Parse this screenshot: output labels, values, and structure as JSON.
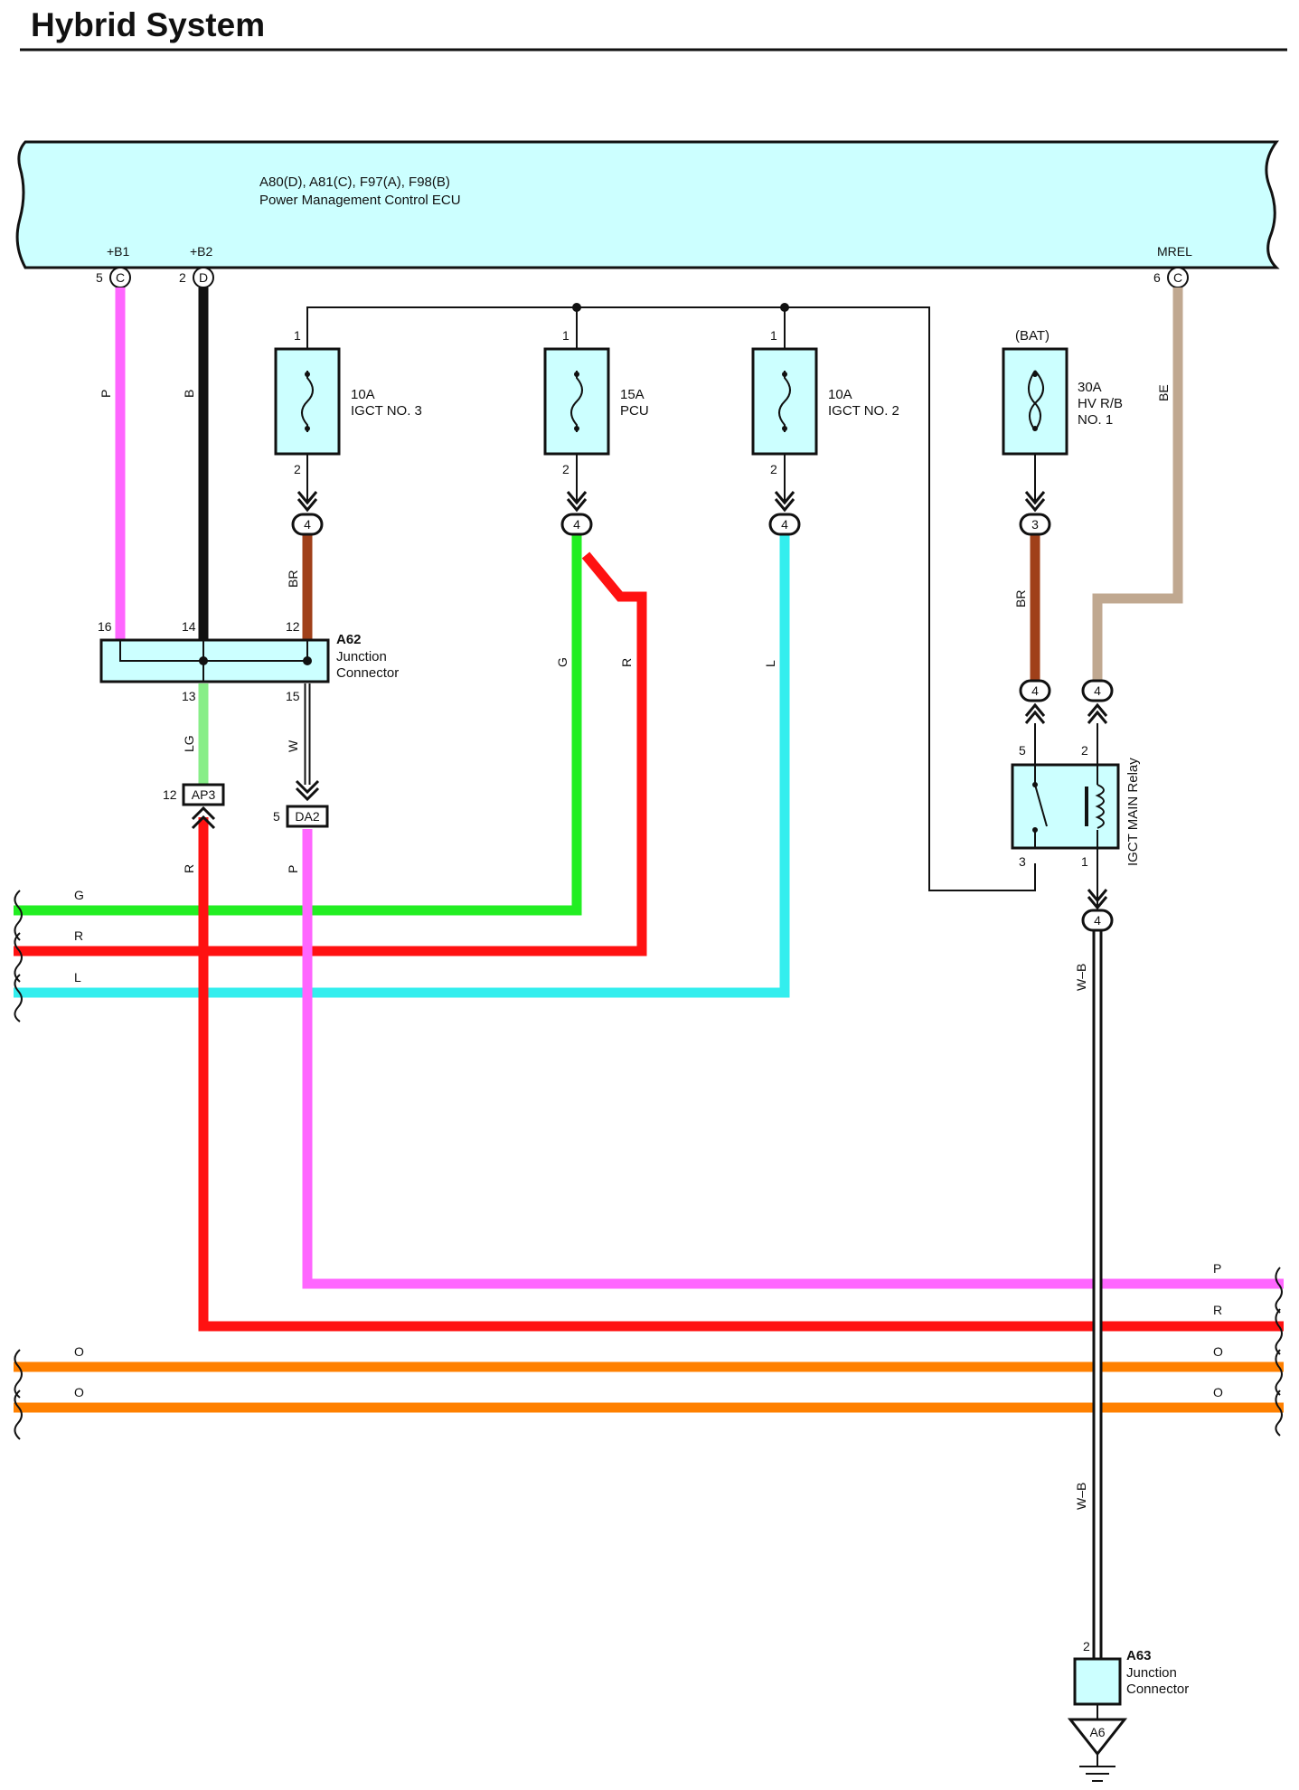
{
  "header": {
    "title": "Hybrid System"
  },
  "colors": {
    "ecu_fill": "#ccffff",
    "pink": "#ff66ff",
    "black": "#111111",
    "brown": "#a0401a",
    "green": "#22ee22",
    "red": "#ff1111",
    "cyan": "#33eeee",
    "light_green": "#88ee88",
    "beige": "#c0a890",
    "orange": "#ff8000"
  },
  "ecu": {
    "codes": "A80(D), A81(C), F97(A), F98(B)",
    "name": "Power Management Control ECU",
    "terminals": [
      {
        "label": "+B1",
        "pin": "5",
        "connector": "C"
      },
      {
        "label": "+B2",
        "pin": "2",
        "connector": "D"
      },
      {
        "label": "MREL",
        "pin": "6",
        "connector": "C"
      }
    ]
  },
  "fuses": [
    {
      "rating": "10A",
      "name": "IGCT NO. 3",
      "pin_in": "1",
      "pin_out": "2",
      "connector": "4"
    },
    {
      "rating": "15A",
      "name": "PCU",
      "pin_in": "1",
      "pin_out": "2",
      "connector": "4"
    },
    {
      "rating": "10A",
      "name": "IGCT NO. 2",
      "pin_in": "1",
      "pin_out": "2",
      "connector": "4"
    },
    {
      "supply": "(BAT)",
      "rating": "30A",
      "name": "HV R/B",
      "name2": "NO. 1",
      "connector": "3"
    }
  ],
  "junction_a62": {
    "code": "A62",
    "line1": "Junction",
    "line2": "Connector",
    "pins": [
      "16",
      "14",
      "12",
      "13",
      "15"
    ]
  },
  "connectors": {
    "ap3": {
      "code": "AP3",
      "pin": "12"
    },
    "da2": {
      "code": "DA2",
      "pin": "5"
    },
    "relay_in_left": "4",
    "relay_in_right": "4",
    "relay_out": "4"
  },
  "relay": {
    "name": "IGCT MAIN Relay",
    "pins": [
      "5",
      "2",
      "3",
      "1"
    ]
  },
  "junction_a63": {
    "code": "A63",
    "line1": "Junction",
    "line2": "Connector",
    "pin": "2"
  },
  "ground": {
    "code": "A6"
  },
  "wire_labels": {
    "p": "P",
    "b": "B",
    "br": "BR",
    "g": "G",
    "r": "R",
    "l": "L",
    "be": "BE",
    "lg": "LG",
    "w": "W",
    "wb": "W–B",
    "o": "O"
  }
}
